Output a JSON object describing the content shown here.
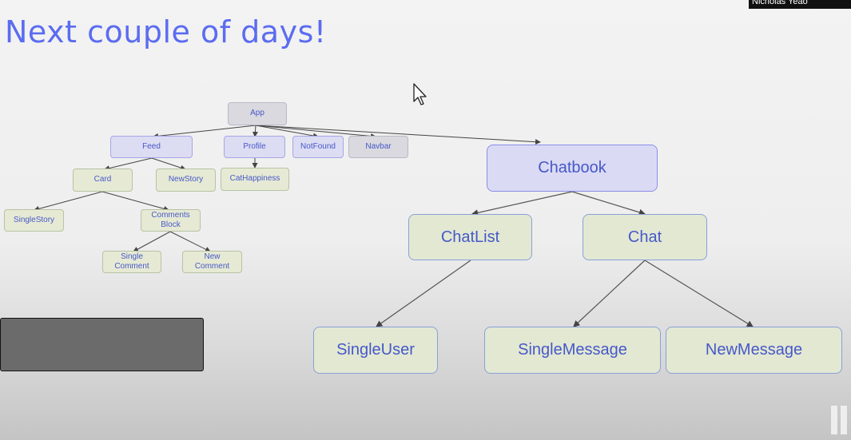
{
  "slide": {
    "title": "Next couple of days!",
    "presenter_label": "Nicholas Yeao"
  },
  "tree": {
    "nodes": {
      "app": "App",
      "feed": "Feed",
      "profile": "Profile",
      "notfound": "NotFound",
      "navbar": "Navbar",
      "card": "Card",
      "newstory": "NewStory",
      "cathappiness": "CatHappiness",
      "singlestory": "SingleStory",
      "commentsblock": "Comments Block",
      "singlecomment": "Single Comment",
      "newcomment": "New Comment",
      "chatbook": "Chatbook",
      "chatlist": "ChatList",
      "chat": "Chat",
      "singleuser": "SingleUser",
      "singlemessage": "SingleMessage",
      "newmessage": "NewMessage"
    }
  },
  "icons": [
    "mouse-cursor-icon",
    "pause-icon"
  ],
  "colors": {
    "title": "#5b6cf0",
    "node_text": "#4758c8",
    "purple_fill": "#dcdcf3",
    "green_fill": "#e6ead4",
    "gray_fill": "#d9d9df"
  }
}
